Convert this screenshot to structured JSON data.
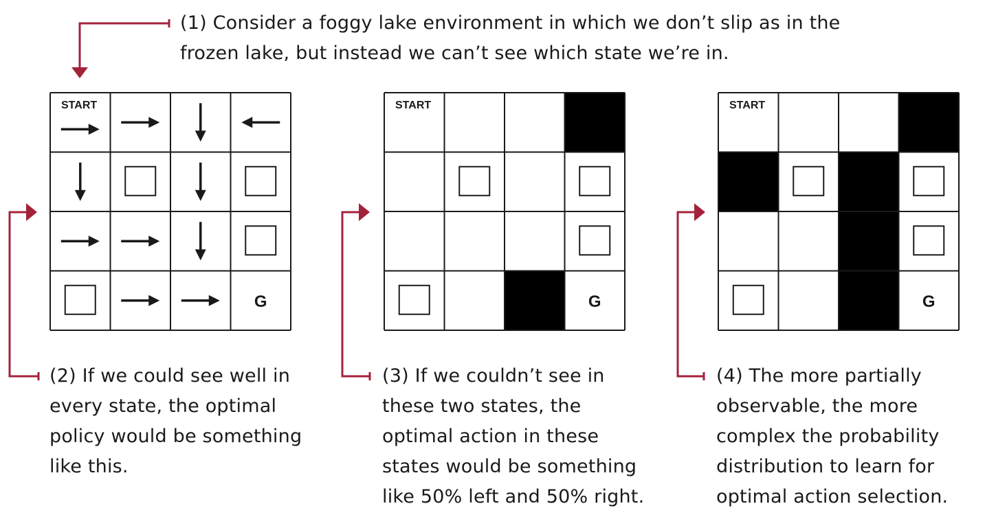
{
  "colors": {
    "accent": "#a3223b",
    "ink": "#1a1a1a",
    "wall": "#000000",
    "background": "#ffffff"
  },
  "callouts": {
    "n1": {
      "lines": [
        "(1) Consider a foggy lake environment in which we don’t slip as in the",
        "frozen lake, but instead we can’t see which state we’re in."
      ]
    },
    "n2": {
      "lines": [
        "(2) If we could see well in",
        "every state, the optimal",
        "policy would be something",
        "like this."
      ]
    },
    "n3": {
      "lines": [
        "(3) If we couldn’t see in",
        "these two states, the",
        "optimal action in these",
        "states would be something",
        "like 50% left and 50% right."
      ]
    },
    "n4": {
      "lines": [
        "(4) The more partially",
        "observable, the more",
        "complex the probability",
        "distribution to learn for",
        "optimal action selection."
      ]
    }
  },
  "grids": [
    {
      "id": "grid1",
      "start_label": "START",
      "goal_label": "G",
      "cells": [
        [
          "right",
          "right",
          "down",
          "left"
        ],
        [
          "down",
          "hole",
          "down",
          "hole"
        ],
        [
          "right",
          "right",
          "down",
          "hole"
        ],
        [
          "hole",
          "right",
          "right",
          "goal"
        ]
      ]
    },
    {
      "id": "grid2",
      "start_label": "START",
      "goal_label": "G",
      "cells": [
        [
          "empty",
          "empty",
          "empty",
          "black"
        ],
        [
          "empty",
          "hole",
          "empty",
          "hole"
        ],
        [
          "empty",
          "empty",
          "empty",
          "hole"
        ],
        [
          "hole",
          "empty",
          "black",
          "goal"
        ]
      ]
    },
    {
      "id": "grid3",
      "start_label": "START",
      "goal_label": "G",
      "cells": [
        [
          "empty",
          "empty",
          "empty",
          "black"
        ],
        [
          "black",
          "hole",
          "black",
          "hole"
        ],
        [
          "empty",
          "empty",
          "black",
          "hole"
        ],
        [
          "hole",
          "empty",
          "black",
          "goal"
        ]
      ]
    }
  ]
}
